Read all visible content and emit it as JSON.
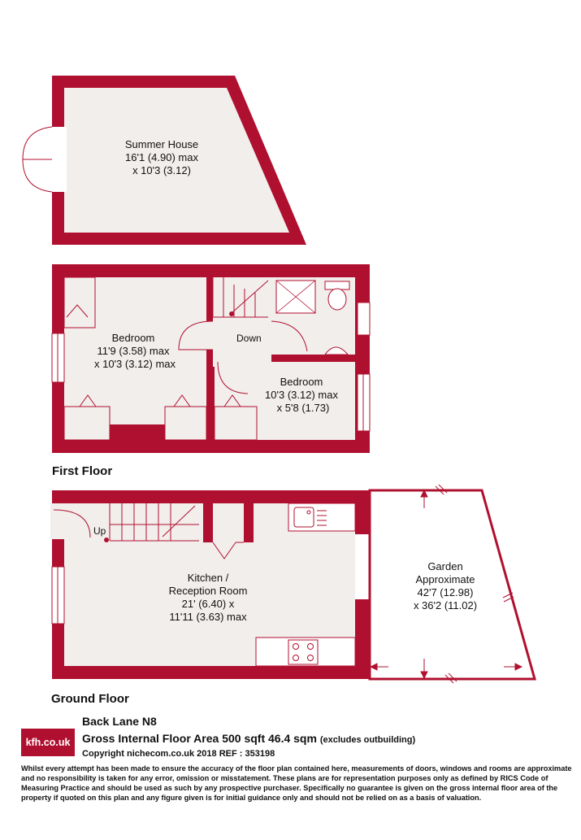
{
  "colors": {
    "wall": "#b0102f",
    "floor": "#f2eeec",
    "accent": "#b0102f"
  },
  "summer_house": {
    "name": "Summer House",
    "dim1": "16'1 (4.90) max",
    "dim2": "x 10'3 (3.12)"
  },
  "first_floor": {
    "label": "First Floor",
    "bedroom1": {
      "name": "Bedroom",
      "dim1": "11'9 (3.58) max",
      "dim2": "x 10'3 (3.12) max"
    },
    "bedroom2": {
      "name": "Bedroom",
      "dim1": "10'3 (3.12) max",
      "dim2": "x 5'8 (1.73)"
    },
    "stairs_label": "Down"
  },
  "ground_floor": {
    "label": "Ground Floor",
    "kitchen": {
      "name1": "Kitchen /",
      "name2": "Reception Room",
      "dim1": "21' (6.40) x",
      "dim2": "11'11 (3.63) max"
    },
    "garden": {
      "name1": "Garden",
      "name2": "Approximate",
      "dim1": "42'7 (12.98)",
      "dim2": "x 36'2 (11.02)"
    },
    "stairs_label": "Up"
  },
  "footer": {
    "logo": "kfh.co.uk",
    "property": "Back Lane  N8",
    "area": "Gross Internal Floor Area 500 sqft 46.4 sqm",
    "area_note": "(excludes outbuilding)",
    "copyright": "Copyright nichecom.co.uk 2018 REF : 353198",
    "disclaimer": "Whilst every attempt has been made to ensure the accuracy of the floor plan contained here, measurements of doors, windows and rooms are approximate and no responsibility is taken for any error, omission or misstatement.  These plans are for representation purposes only as defined by RICS Code of Measuring Practice and should be used as such by any prospective purchaser.  Specifically no guarantee is given on the gross internal floor area of the property if quoted on this plan and any figure given is for initial guidance only and should not be relied on as a basis of valuation."
  }
}
